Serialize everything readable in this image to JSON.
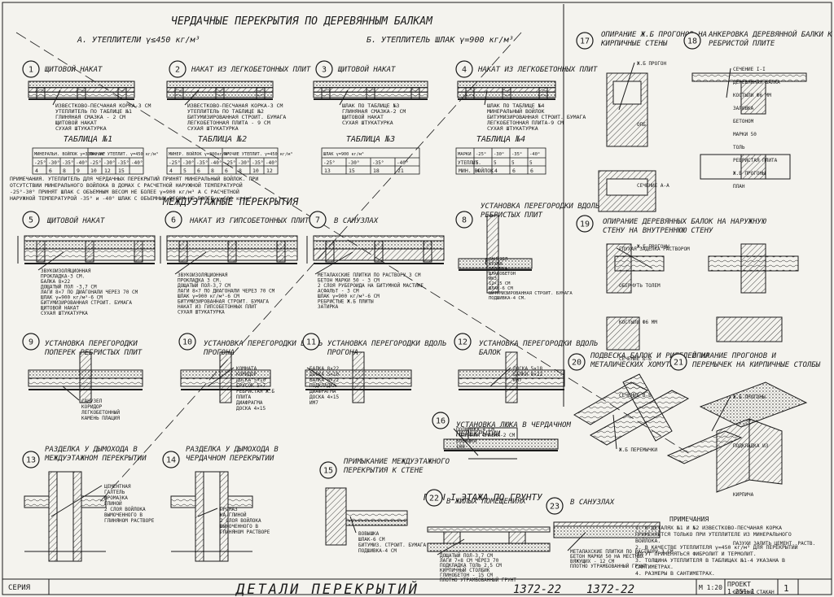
{
  "sheet": {
    "title_main": "ЧЕРДАЧНЫЕ  ПЕРЕКРЫТИЯ  ПО  ДЕРЕВЯННЫМ  БАЛКАМ",
    "title_a": "А. УТЕПЛИТЕЛИ γ≤450 кг/м³",
    "title_b": "Б. УТЕПЛИТЕЛЬ ШЛАК γ=900 кг/м³",
    "title_mid": "МЕЖДУЭТАЖНЫЕ   ПЕРЕКРЫТИЯ",
    "floors_title": "ПОЛЫ  I ЭТАЖА  ПО  ГРУНТУ",
    "footer_series": "СЕРИЯ",
    "footer_title": "ДЕТАЛИ  ПЕРЕКРЫТИЙ",
    "footer_code1": "1372-22",
    "footer_code2": "1372-22",
    "footer_scale": "М 1:20",
    "footer_project": "ПРОЕКТ",
    "footer_project_no": "1-251-1",
    "footer_sheet": "1"
  },
  "details": [
    {
      "n": "1",
      "title": "ЩИТОВОЙ НАКАТ",
      "lines": [
        "ИЗВЕСТКОВО-ПЕСЧАНАЯ КОРКА-3 СМ",
        "УТЕПЛИТЕЛЬ ПО ТАБЛИЦЕ №1",
        "ГЛИНЯНАЯ СМАЗКА - 2 СМ",
        "ЩИТОВОЙ НАКАТ",
        "СУХАЯ ШТУКАТУРКА"
      ]
    },
    {
      "n": "2",
      "title": "НАКАТ ИЗ ЛЕГКОБЕТОННЫХ ПЛИТ",
      "lines": [
        "ИЗВЕСТКОВО-ПЕСЧАНАЯ КОРКА-3 СМ",
        "УТЕПЛИТЕЛЬ ПО ТАБЛИЦЕ №2",
        "БИТУМИЗИРОВАННАЯ СТРОИТ. БУМАГА",
        "ЛЕГКОБЕТОННАЯ ПЛИТА - 9 СМ",
        "СУХАЯ ШТУКАТУРКА"
      ]
    },
    {
      "n": "3",
      "title": "ЩИТОВОЙ НАКАТ",
      "lines": [
        "ШЛАК ПО ТАБЛИЦЕ №3",
        "ГЛИНЯНАЯ СМАЗКА-2 СМ",
        "ЩИТОВОЙ НАКАТ",
        "СУХАЯ ШТУКАТУРКА"
      ]
    },
    {
      "n": "4",
      "title": "НАКАТ ИЗ ЛЕГКОБЕТОННЫХ ПЛИТ",
      "lines": [
        "ШЛАК ПО ТАБЛИЦЕ №4",
        "МИНЕРАЛЬНЫЙ ВОЙЛОК",
        "БИТУМИЗИРОВАННАЯ СТРОИТ. БУМАГА",
        "ЛЕГКОБЕТОННАЯ ПЛИТА-9 СМ",
        "СУХАЯ ШТУКАТУРКА"
      ]
    },
    {
      "n": "5",
      "title": "ЩИТОВОЙ НАКАТ",
      "lines": [
        "ЗВУКОИЗОЛЯЦИОННАЯ",
        "ПРОКЛАДКА-3 СМ.",
        "БАЛКА 8×22",
        "ДОЩАТЫЙ ПОЛ -3,7 СМ",
        "ЛАГИ 8×7 ПО ДИАГОНАЛИ ЧЕРЕЗ 70 СМ",
        "ШЛАК γ=900 кг/м³-6 СМ",
        "БИТУМИЗИРОВАННАЯ СТРОИТ. БУМАГА",
        "ЩИТОВОЙ НАКАТ",
        "СУХАЯ ШТУКАТУРКА"
      ]
    },
    {
      "n": "6",
      "title": "НАКАТ ИЗ ГИПСОБЕТОННЫХ ПЛИТ",
      "lines": [
        "ЗВУКОИЗОЛЯЦИОННАЯ",
        "ПРОКЛАДКА 3 СМ.",
        "ДОЩАТЫЙ ПОЛ-3,7 СМ",
        "ЛАГИ 8×7 ПО ДИАГОНАЛИ ЧЕРЕЗ 70 СМ",
        "ШЛАК γ=900 кг/м³-6 СМ",
        "БИТУМИЗИРОВАННАЯ СТРОИТ. БУМАГА",
        "НАКАТ ИЗ ГИПСОБЕТОННЫХ ПЛИТ",
        "СУХАЯ ШТУКАТУРКА"
      ]
    },
    {
      "n": "7",
      "title": "В САНУЗЛАХ",
      "lines": [
        "МЕТАЛАХСКИЕ ПЛИТКИ ПО РАСТВОРУ 3 СМ",
        "БЕТОН МАРКИ 50 - 3 СМ",
        "2 СЛОЯ РУБЕРОИДА НА БИТУМНОЙ МАСТИКЕ",
        "АСФАЛЬТ - 3 СМ",
        "ШЛАК γ=900 кг/м³-6 СМ",
        "РЕБРИСТЫЕ Ж.Б ПЛИТЫ",
        "ЗАТИРКА"
      ]
    },
    {
      "n": "8",
      "title": "УСТАНОВКА ПЕРЕГОРОДКИ ВДОЛЬ РЕБРИСТЫХ ПЛИТ",
      "lines": [
        "САНУЗЕЛ",
        "КУХНЯ",
        "ВОВЫШКА",
        "ШЛАКОБЕТОН",
        "ИКЗ",
        "12×15 СМ",
        "ШЛАК-6 СМ",
        "БИТУМИЗИРОВАННАЯ СТРОИТ. БУМАГА",
        "ПОДШИВКА-4 СМ."
      ]
    },
    {
      "n": "9",
      "title": "УСТАНОВКА ПЕРЕГОРОДКИ ПОПЕРЕК РЕБРИСТЫХ ПЛИТ",
      "lines": [
        "САНУЗЕЛ",
        "КОРИДОР",
        "ЛЕГКОБЕТОННЫЙ",
        "КАМЕНЬ ПЛАЦИЯ"
      ]
    },
    {
      "n": "10",
      "title": "УСТАНОВКА ПЕРЕГОРОДКИ ВДОЛЬ ПРОГОНА",
      "lines": [
        "КОМНАТА",
        "КОРИДОР",
        "ДОСКА 5×10",
        "БРУСОК 5×7",
        "РЕБРИСТАЯ Ж.Б",
        "ПЛИТА",
        "ДИАФРАГМА",
        "ДОСКА 4×15"
      ]
    },
    {
      "n": "11",
      "title": "УСТАНОВКА ПЕРЕГОРОДКИ ВДОЛЬ ПРОГОНА",
      "lines": [
        "БАЛКА 8×22",
        "ДОСКА 5×10",
        "БАЛКА 8×22",
        "ПОДКЛАДКА",
        "ДИАФРАГМА",
        "ДОСКА 4×15",
        "ИМ7"
      ]
    },
    {
      "n": "12",
      "title": "УСТАНОВКА ПЕРЕГОРОДКИ ВДОЛЬ БАЛОК",
      "lines": [
        "ДОСКА 5×18",
        "БАЛКИ 8×22",
        "ИМ7"
      ]
    },
    {
      "n": "13",
      "title": "РАЗДЕЛКА У ДЫМОХОДА В МЕЖДУЭТАЖНОМ ПЕРЕКРЫТИИ",
      "lines": [
        "ЦЕМЕНТНАЯ",
        "ГАЛТЕЛЬ",
        "ПРОМАЗКА",
        "ГЛИНОЙ",
        "2 СЛОЯ ВОЙЛОКА",
        "ВЫМОЧЕННОГО В",
        "ГЛИНЯНОМ РАСТВОРЕ"
      ]
    },
    {
      "n": "14",
      "title": "РАЗДЕЛКА У ДЫМОХОДА В ЧЕРДАЧНОМ ПЕРЕКРЫТИИ",
      "lines": [
        "ПРОМАЗ",
        "КА ГЛИНОЙ",
        "2 СЛОЯ ВОЙЛОКА",
        "ВЫМОЧЕННОГО В",
        "ГЛИНЯНОМ РАСТВОРЕ"
      ]
    },
    {
      "n": "15",
      "title": "ПРИМЫКАНИЕ МЕЖДУЭТАЖНОГО ПЕРЕКРЫТИЯ К СТЕНЕ",
      "lines": [
        "ВОВЫШКА",
        "ШЛАК-6 СМ",
        "БИТУМИЗ. СТРОИТ. БУМАГА",
        "ПОДШИВКА-4 СМ"
      ]
    },
    {
      "n": "16",
      "title": "УСТАНОВКА ЛЮКА В ЧЕРДАЧНОМ ПЕРЕКРЫТИИ",
      "lines": [
        "ПОДШИВКА-4 СМ",
        "ГЛИНЯНАЯ СМАЗКА-2 СМ",
        "ВОВЫШКА",
        "100"
      ]
    },
    {
      "n": "17",
      "title": "ОПИРАНИЕ Ж.Б ПРОГОНОВ НА КИРПИЧНЫЕ СТЕНЫ",
      "lines": [
        "Ж.Б ПРОГОН",
        "ОПБ",
        "СЕЧЕНИЕ А-А",
        "Ж.Б ПРОГОНЫ"
      ]
    },
    {
      "n": "18",
      "title": "АНКЕРОВКА ДЕРЕВЯННОЙ БАЛКИ К РЕБРИСТОЙ ПЛИТЕ",
      "lines": [
        "СЕЧЕНИЕ I-I",
        "ДЕРЕВЯННАЯ БАЛКА",
        "КОСТЫЛИ Ф6 ММ",
        "ЗАЛИВКА",
        "БЕТОНОМ",
        "МАРКИ 50",
        "ТОЛЬ",
        "РЕБРИСТАЯ ПЛИТА",
        "Ж.Б ПРОГОНЫ",
        "ПЛАН"
      ]
    },
    {
      "n": "19",
      "title": "ОПИРАНИЕ ДЕРЕВЯННЫХ БАЛОК НА НАРУЖНУЮ СТЕНУ   НА ВНУТРЕННЮЮ СТЕНУ",
      "lines": [
        "ГЛУХАЯ ЗАДЕЛКА РАСТВОРОМ",
        "ОБЕРНУТЬ ТОЛЕМ",
        "КОСТЫЛИ Ф6 ММ",
        "СЕЧЕНИЕ Б-Б",
        "СЕЧЕНИЕ В-В"
      ]
    },
    {
      "n": "20",
      "title": "ПОДВЕСКА БАЛОК И РИГЕЛЕЙ НА МЕТАЛИЧЕСКИХ ХОМУТАХ",
      "lines": [
        "Ж.Б ПЕРЕМЫЧКИ"
      ]
    },
    {
      "n": "21",
      "title": "ОПИРАНИЕ ПРОГОНОВ И ПЕРЕМЫЧЕК НА КИРПИЧНЫЕ СТОЛБЫ",
      "lines": [
        "Ж.Б ПРОГОНЫ",
        "ПОДКЛАДКА ИЗ",
        "КИРПИЧА",
        "ПАЗУХИ ЗАЛИТЬ ЦЕМЕНТ. РАСТВ.",
        "ОПОРНЫЙ СТАКАН"
      ]
    },
    {
      "n": "22",
      "title": "В ЖИЛЫХ ПОМЕЩЕНИЯХ",
      "lines": [
        "ДОЩАТЫЙ ПОЛ-3,7 СМ",
        "ЛАГИ 7×8 СМ ЧЕРЕЗ 70",
        "ПОДКЛАДКА ТОЛЬ 2,5 СМ",
        "КИРПИЧНЫЙ СТОЛБИК",
        "ГЛИНОБЕТОН - 15 СМ",
        "ПЛОТНО УТРАМБОВАННЫЙ ГРУНТ"
      ]
    },
    {
      "n": "23",
      "title": "В САНУЗЛАХ",
      "lines": [
        "МЕТАЛАХСКИЕ ПЛИТКИ ПО РАСТВОРУ 3 СМ",
        "БЕТОН МАРКИ 50 НА МЕСТНЫХ",
        "ВЯЖУЩИХ - 12 СМ",
        "ПЛОТНО УТРАМБОВАННЫЙ ГРУНТ"
      ]
    }
  ],
  "tables": [
    {
      "name": "ТАБЛИЦА №1",
      "head": [
        "МИНЕРАЛЬН. ВОЙЛОК γ=300кг/м³",
        "ПРОЧИЕ УТЕПЛИТ. γ=450 кг/м³"
      ],
      "row1": [
        "-25°",
        "-30°",
        "-35°",
        "-40°",
        "-25°",
        "-30°",
        "-35°",
        "-40°"
      ],
      "row2": [
        "4",
        "6",
        "8",
        "9",
        "10",
        "12",
        "15",
        ""
      ]
    },
    {
      "name": "ТАБЛИЦА №2",
      "head": [
        "МИНЕР. ВОЙЛОК γ=300кг/м³",
        "ПРОЧИЕ УТЕПЛИТ. γ=450 кг/м³"
      ],
      "row1": [
        "-25°",
        "-30°",
        "-35°",
        "-40°",
        "-25°",
        "-30°",
        "-35°",
        "-40°"
      ],
      "row2": [
        "4",
        "5",
        "6",
        "8",
        "6",
        "8",
        "10",
        "12"
      ]
    },
    {
      "name": "ТАБЛИЦА №3",
      "head": [
        "ШЛАК  γ=900 кг/м³"
      ],
      "row1": [
        "-25°",
        "-30°",
        "-35°",
        "-40°"
      ],
      "row2": [
        "13",
        "15",
        "18",
        "21"
      ]
    },
    {
      "name": "ТАБЛИЦА №4",
      "head": [
        "МАРКИ",
        "-25°",
        "-30°",
        "-35°",
        "-40°"
      ],
      "row1": [
        "УТЕПЛИТ.",
        "5",
        "5",
        "5",
        "5"
      ],
      "row2": [
        "МИН. ВОЙЛОК",
        "4",
        "4",
        "6",
        "6"
      ]
    }
  ],
  "notes": {
    "left": "ПРИМЕЧАНИЯ. УТЕПЛИТЕЛЬ ДЛЯ ЧЕРДАЧНЫХ ПЕРЕКРЫТИЙ ПРИНЯТ МИНЕРАЛЬНЫЙ ВОЙЛОК. ПРИ ОТСУТСТВИИ МИНЕРАЛЬНОГО ВОЙЛОКА В ДОМАХ С РАСЧЕТНОЙ НАРУЖНОЙ ТЕМПЕРАТУРОЙ -25°-30° ПРИНЯТ ШЛАК С ОБЪЕМНЫМ ВЕСОМ НЕ БОЛЕЕ γ=900 кг/м³ А С РАСЧЕТНОЙ НАРУЖНОЙ ТЕМПЕРАТУРОЙ -35° и -40° ШЛАК С ОБЪЕМНЫМ ВЕСОМ НЕ БОЛЕЕ γ=600 кг/м³.",
    "right_title": "ПРИМЕЧАНИЯ",
    "right": [
      "1. В ДЕТАЛЯХ №1 И №2 ИЗВЕСТКОВО-ПЕСЧАНАЯ КОРКА ПРИМЕНЯЕТСЯ ТОЛЬКО ПРИ УТЕПЛИТЕЛЕ ИЗ МИНЕРАЛЬНОГО ВОЙЛОКА.",
      "2. В КАЧЕСТВЕ УТЕПЛИТЕЛЯ γ=450 кг/м³ ДЛЯ ПЕРЕКРЫТИЙ МОГУТ ПРИМЕНЯТЬСЯ ФИБРОЛИТ И ТЕРМОЛИТ.",
      "3. ТОЛЩИНА УТЕПЛИТЕЛЯ В ТАБЛИЦАХ №1-4 УКАЗАНА В САНТИМЕТРАХ.",
      "4. РАЗМЕРЫ В САНТИМЕТРАХ."
    ]
  }
}
